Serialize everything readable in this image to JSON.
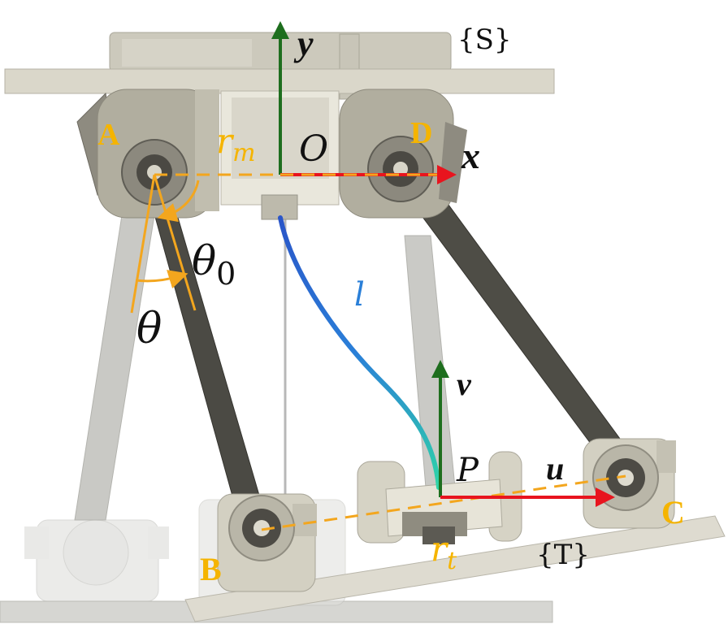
{
  "frames": {
    "base": "{S}",
    "tool": "{T}"
  },
  "axes": {
    "x": "x",
    "y": "y",
    "u": "u",
    "v": "v"
  },
  "points": {
    "origin": "O",
    "platform_point": "P",
    "joint_a": "A",
    "joint_b": "B",
    "joint_c": "C",
    "joint_d": "D"
  },
  "parameters": {
    "motor_radius": "r",
    "motor_radius_sub": "m",
    "tool_radius": "r",
    "tool_radius_sub": "t",
    "angle": "θ",
    "angle_zero": "θ",
    "angle_zero_sub": "0",
    "flexure_length": "l"
  },
  "colors": {
    "axis_green": "#1e6e1e",
    "axis_red": "#e8141e",
    "joint_label_gold": "#f5b400",
    "guide_orange": "#f3a61e",
    "flexure_start": "#2a55c8",
    "flexure_end": "#2fd6a6"
  }
}
